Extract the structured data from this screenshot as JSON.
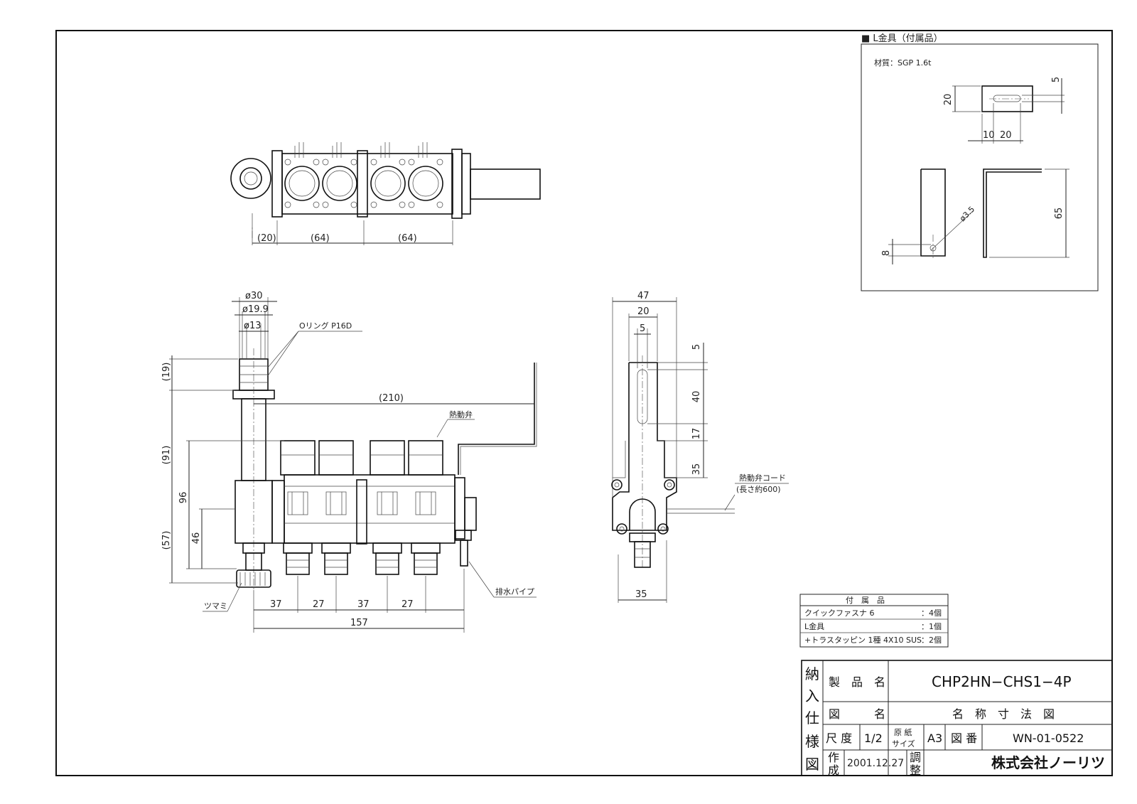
{
  "bracket_panel": {
    "title": "■ L金具（付属品）",
    "material": "材質：SGP 1.6t",
    "dims": {
      "d5": "5",
      "d20": "20",
      "d10": "10",
      "d20b": "20",
      "d65": "65",
      "d8": "8",
      "phi": "ø3.5"
    }
  },
  "top_view": {
    "dims": [
      "(20)",
      "(64)",
      "(64)"
    ]
  },
  "front_view": {
    "dims": {
      "phi30": "ø30",
      "phi19_9": "ø19.9",
      "phi13": "ø13",
      "d19": "(19)",
      "d91": "(91)",
      "d96": "96",
      "d46": "46",
      "d57": "(57)",
      "d210": "(210)",
      "d37a": "37",
      "d27a": "27",
      "d37b": "37",
      "d27b": "27",
      "d157": "157"
    },
    "labels": {
      "oring": "Oリング P16D",
      "valve": "熱動弁",
      "knob": "ツマミ",
      "drain": "排水パイプ"
    }
  },
  "side_view": {
    "dims": {
      "d47": "47",
      "d20": "20",
      "d5": "5",
      "d5v": "5",
      "d40": "40",
      "d17": "17",
      "d35v": "35",
      "d35": "35"
    },
    "labels": {
      "cord1": "熱動弁コード",
      "cord2": "(長さ約600)"
    }
  },
  "accessories": {
    "header": "付　属　品",
    "items": [
      {
        "name": "クイックファスナ 6",
        "qty": "：4個"
      },
      {
        "name": "L金具",
        "qty": "：1個"
      },
      {
        "name": "+トラスタッピン 1種 4X10 SUS",
        "qty": "：2個"
      }
    ]
  },
  "title_block": {
    "vertical_chars": [
      "納",
      "入",
      "仕",
      "様",
      "図"
    ],
    "product_label": "製　品　名",
    "product_name": "CHP2HN−CHS1−4P",
    "drawing_label": "図　　　名",
    "drawing_name": "名　称　寸　法　図",
    "scale_label": "尺 度",
    "scale_value": "1/2",
    "paper_label_1": "原 紙",
    "paper_label_2": "サイズ",
    "paper_value": "A3",
    "number_label": "図 番",
    "number_value": "WN-01-0522",
    "made_label_1": "作",
    "made_label_2": "成",
    "made_date": "2001.12.27",
    "adjust_label_1": "調",
    "adjust_label_2": "整",
    "company": "株式会社ノーリツ"
  }
}
